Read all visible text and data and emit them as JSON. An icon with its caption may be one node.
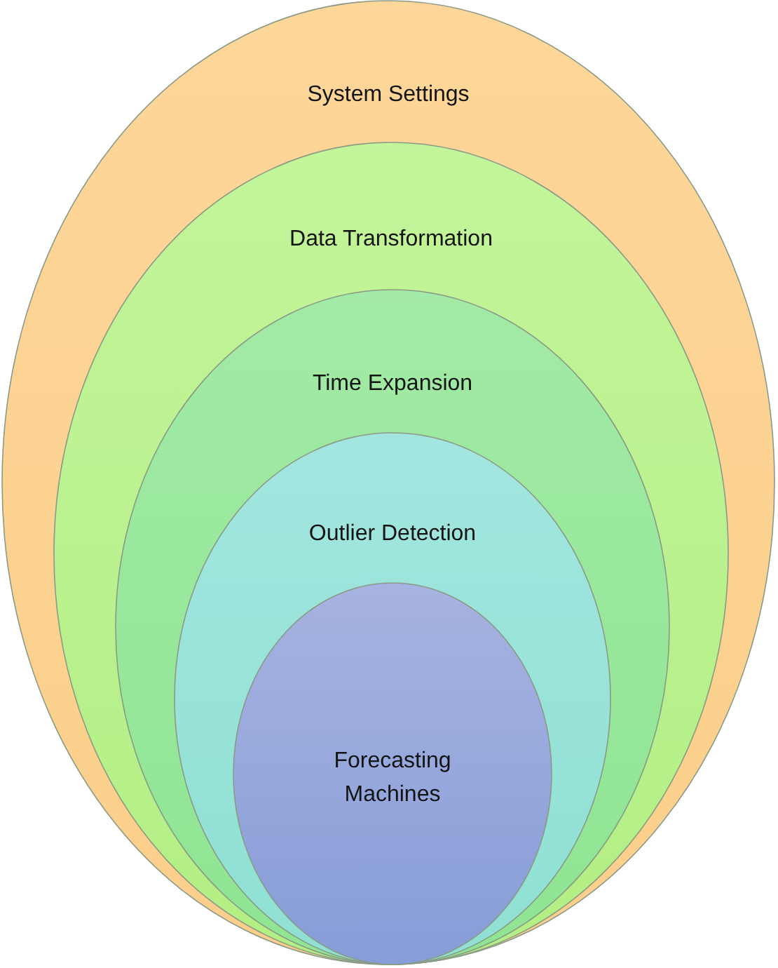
{
  "diagram": {
    "nodes": [
      {
        "text": [
          "System Settings"
        ]
      },
      {
        "text": [
          "Data Transformation"
        ],
        "in": 0
      },
      {
        "text": [
          "Time Expansion"
        ],
        "in": 1
      },
      {
        "text": [
          "Outlier Detection"
        ],
        "in": 2
      },
      {
        "text": [
          "Forecasting Machines"
        ],
        "in": 3
      }
    ]
  }
}
